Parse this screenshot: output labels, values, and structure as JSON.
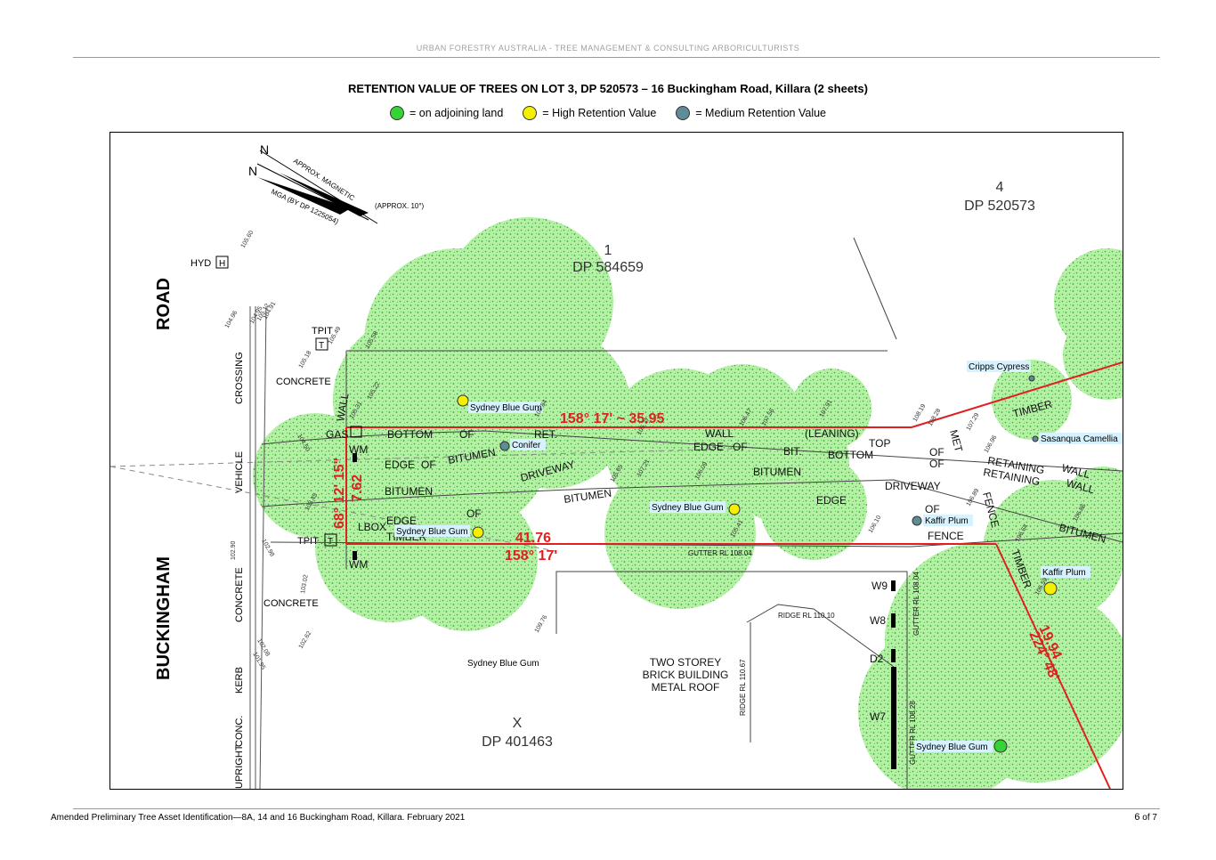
{
  "header": {
    "text": "URBAN FORESTRY AUSTRALIA - TREE MANAGEMENT & CONSULTING ARBORICULTURISTS"
  },
  "title": "RETENTION VALUE OF TREES ON LOT 3, DP 520573 – 16 Buckingham Road, Killara (2 sheets)",
  "legend": [
    {
      "label": "= on adjoining land",
      "color": "#35d335"
    },
    {
      "label": "= High Retention Value",
      "color": "#f5f000"
    },
    {
      "label": "= Medium Retention Value",
      "color": "#5e8e95"
    }
  ],
  "map": {
    "north": {
      "approx_magnetic": "APPROX. MAGNETIC",
      "mga": "MGA (BY DP 1225054)",
      "approx_10": "(APPROX. 10°)",
      "n1": "N",
      "n2": "N"
    },
    "road_top": "ROAD",
    "road_bottom": "BUCKINGHAM",
    "lots": [
      {
        "number": "1",
        "dp": "DP 584659"
      },
      {
        "number": "4",
        "dp": "DP 520573"
      },
      {
        "number": "X",
        "dp": "DP 401463"
      }
    ],
    "dimensions": {
      "top_bearing": "158°  17' ~ 35.95",
      "left_bearing": "68°  12' 15\"",
      "left_length": "7.62",
      "bottom_length": "41.76",
      "bottom_bearing": "158°  17'",
      "right_length": "19.94",
      "right_bearing": "224°  48'"
    },
    "trees": [
      {
        "name": "Sydney Blue Gum",
        "category": "high"
      },
      {
        "name": "Conifer",
        "category": "medium"
      },
      {
        "name": "Sydney Blue Gum",
        "category": "high"
      },
      {
        "name": "Sydney Blue Gum",
        "category": "high"
      },
      {
        "name": "Cripps Cypress",
        "category": "medium"
      },
      {
        "name": "Sasanqua Camellia",
        "category": "medium"
      },
      {
        "name": "Kaffir Plum",
        "category": "medium"
      },
      {
        "name": "Kaffir Plum",
        "category": "high"
      },
      {
        "name": "Sydney Blue Gum",
        "category": "adjoining"
      },
      {
        "name": "Sydney Blue Gum",
        "category": "none"
      }
    ],
    "labels": {
      "hyd": "HYD",
      "h": "H",
      "tpit": "TPIT",
      "t": "T",
      "concrete": "CONCRETE",
      "crossing": "CROSSING",
      "vehicle": "VEHICLE",
      "kerb": "KERB",
      "conc": "CONC.",
      "upright": "UPRIGHT",
      "gas": "GAS",
      "wm": "WM",
      "lbox": "LBOX",
      "wall": "WALL",
      "bottom": "BOTTOM",
      "of": "OF",
      "ret": "RET.",
      "edge": "EDGE",
      "bitumen": "BITUMEN",
      "driveway": "DRIVEWAY",
      "timber": "TIMBER",
      "leaning": "(LEANING)",
      "top": "TOP",
      "bit": "BIT.",
      "retaining": "RETAINING",
      "fence": "FENCE",
      "gutter": "GUTTER RL 108.04",
      "ridge": "RIDGE RL 110.10",
      "ridge_v": "RIDGE RL 110.67",
      "gutter_v": "GUTTER RL 108.04",
      "gutter_v2": "GUTTER RL 108.28",
      "building1": "TWO STOREY",
      "building2": "BRICK BUILDING",
      "building3": "METAL ROOF",
      "w9": "W9",
      "w8": "W8",
      "d2": "D2",
      "w7": "W7",
      "met": "MET",
      "fence2": "FENCE"
    },
    "spot_levels": [
      "105.60",
      "104.96",
      "104.95",
      "105.12",
      "104.91",
      "105.49",
      "105.18",
      "105.58",
      "105.31",
      "105.22",
      "104.50",
      "103.45",
      "102.90",
      "102.98",
      "103.02",
      "102.62",
      "102.08",
      "101.95",
      "109.76",
      "107.21",
      "106.09",
      "106.47",
      "107.56",
      "107.91",
      "108.19",
      "108.28",
      "107.29",
      "106.96",
      "106.89",
      "106.64",
      "106.59",
      "106.10",
      "106.86",
      "105.41",
      "105.65",
      "105.84",
      "105.77"
    ]
  },
  "footer": {
    "left": "Amended Preliminary Tree Asset Identification—8A, 14 and 16 Buckingham Road, Killara. February 2021",
    "page_current": "6",
    "page_rest": " of 7"
  }
}
